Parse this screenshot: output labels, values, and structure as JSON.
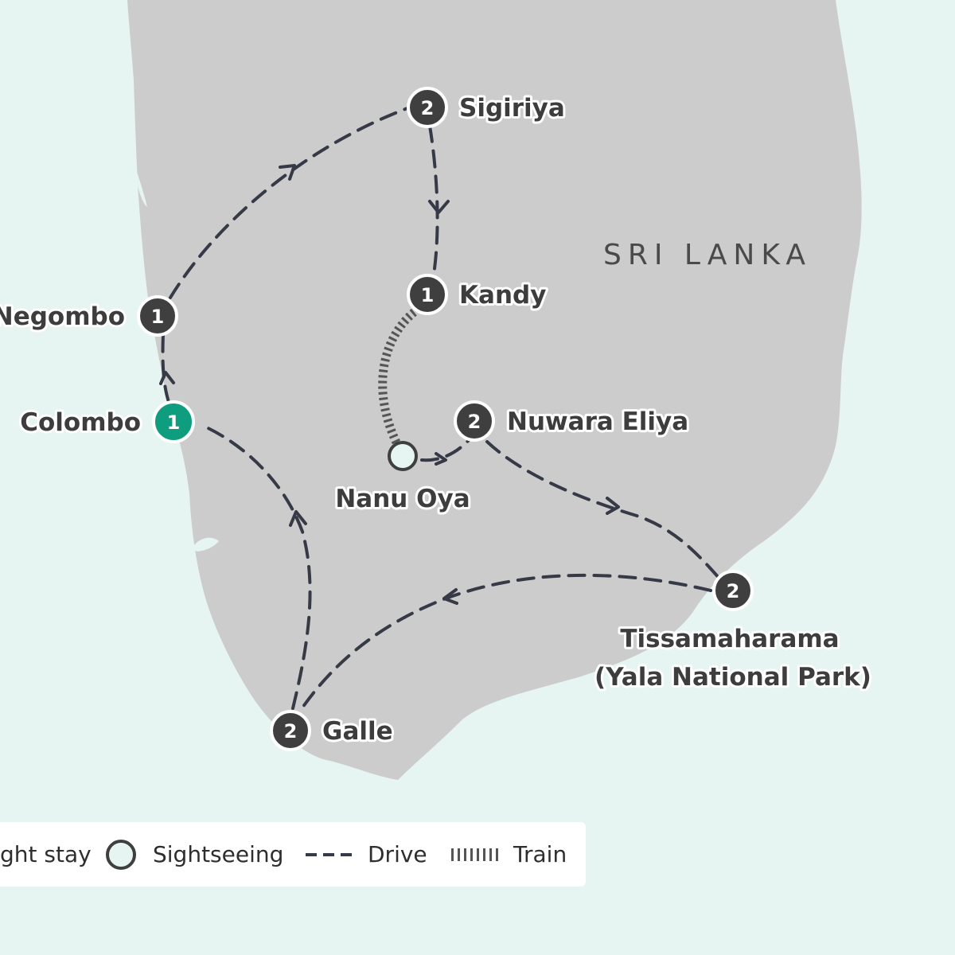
{
  "country_label": "SRI LANKA",
  "colors": {
    "sea": "#e6f4f2",
    "land": "#cccccc",
    "route": "#363a47",
    "stop_marker": "#3f3f3f",
    "start_marker": "#0f9d7f",
    "sightseeing_marker": "#e6f4f2"
  },
  "stops": [
    {
      "name": "Sigiriya",
      "nights": "2",
      "type": "overnight"
    },
    {
      "name": "Kandy",
      "nights": "1",
      "type": "overnight"
    },
    {
      "name": "Negombo",
      "nights": "1",
      "type": "overnight"
    },
    {
      "name": "Colombo",
      "nights": "1",
      "type": "start"
    },
    {
      "name": "Nuwara Eliya",
      "nights": "2",
      "type": "overnight"
    },
    {
      "name": "Nanu Oya",
      "type": "sightseeing"
    },
    {
      "name_line1": "Tissamaharama",
      "name_line2": "(Yala National Park)",
      "nights": "2",
      "type": "overnight"
    },
    {
      "name": "Galle",
      "nights": "2",
      "type": "overnight"
    }
  ],
  "legend": {
    "overnight_label": "ght stay",
    "sightseeing_label": "Sightseeing",
    "drive_label": "Drive",
    "train_label": "Train"
  }
}
